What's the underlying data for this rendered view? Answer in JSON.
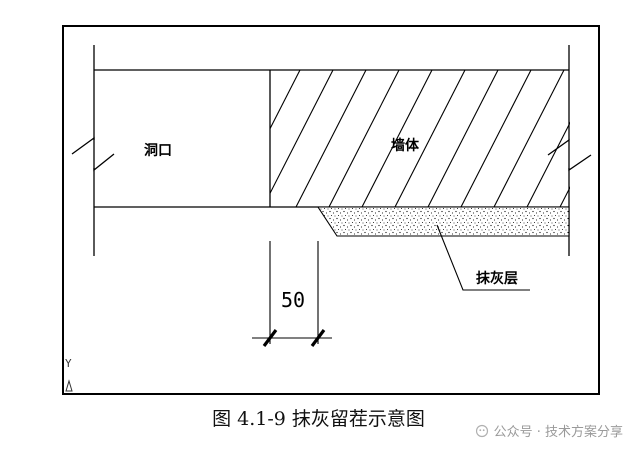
{
  "figure": {
    "labels": {
      "opening": "洞口",
      "wall": "墙体",
      "plaster": "抹灰层",
      "dimension": "50",
      "axis_y": "Y"
    },
    "caption": "图 4.1-9 抹灰留茬示意图",
    "watermark": "公众号 · 技术方案分享"
  }
}
